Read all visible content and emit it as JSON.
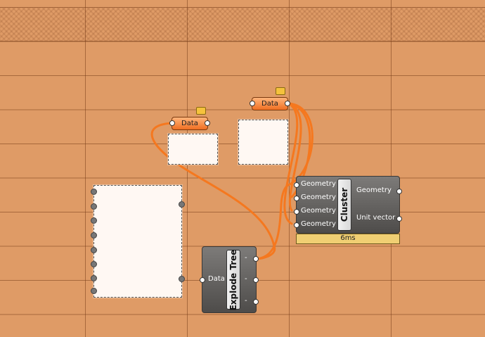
{
  "canvas": {
    "background": "#df9b66",
    "wire_color": "#f5781f"
  },
  "data_nodes": [
    {
      "label": "Data"
    },
    {
      "label": "Data"
    }
  ],
  "explode_tree": {
    "title": "Explode Tree",
    "input_label": "Data",
    "outputs": [
      "-",
      "-",
      "-"
    ]
  },
  "cluster": {
    "title": "Cluster",
    "inputs": [
      "Geometry",
      "Geometry",
      "Geometry",
      "Geometry"
    ],
    "outputs": [
      "Geometry",
      "Unit vector"
    ],
    "timer": "6ms"
  }
}
